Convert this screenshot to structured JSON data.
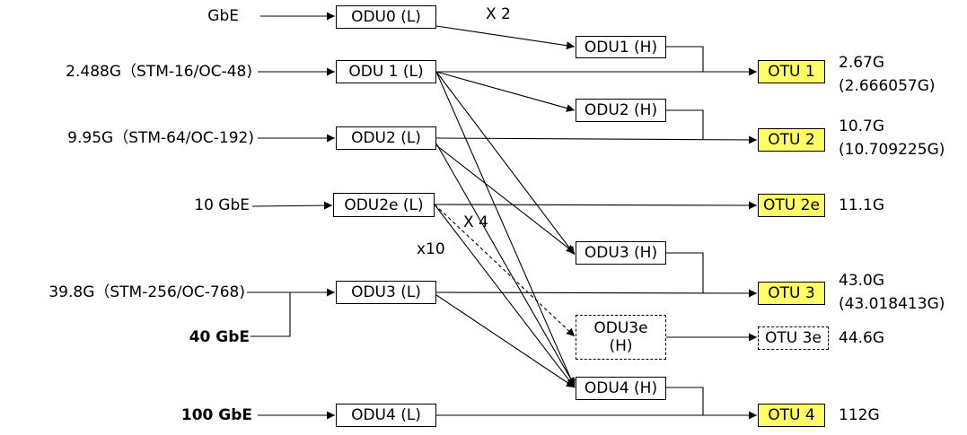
{
  "inputs": {
    "gbe": "GbE",
    "stm16": "2.488G（STM-16/OC-48)",
    "stm64": "9.95G（STM-64/OC-192)",
    "tengbe": "10 GbE",
    "stm256": "39.8G（STM-256/OC-768)",
    "fortygbe": "40 GbE",
    "hundredgbe": "100 GbE"
  },
  "odu_low": {
    "odu0": "ODU0 (L)",
    "odu1": "ODU 1  (L)",
    "odu2": "ODU2 (L)",
    "odu2e": "ODU2e (L)",
    "odu3": "ODU3 (L)",
    "odu4": "ODU4 (L)"
  },
  "odu_high": {
    "odu1": "ODU1 (H)",
    "odu2": "ODU2 (H)",
    "odu3": "ODU3 (H)",
    "odu3e_line1": "ODU3e",
    "odu3e_line2": "(H)",
    "odu4": "ODU4 (H)"
  },
  "otu": {
    "otu1": "OTU 1",
    "otu2": "OTU 2",
    "otu2e": "OTU 2e",
    "otu3": "OTU 3",
    "otu3e": "OTU 3e",
    "otu4": "OTU 4"
  },
  "rates": {
    "otu1": "2.67G",
    "otu1_exact": "(2.666057G)",
    "otu2": "10.7G",
    "otu2_exact": "(10.709225G)",
    "otu2e": "11.1G",
    "otu3": "43.0G",
    "otu3_exact": "(43.018413G)",
    "otu3e": "44.6G",
    "otu4": "112G"
  },
  "multiplex_labels": {
    "x2": "X 2",
    "x4": "X 4",
    "x10": "x10"
  },
  "colors": {
    "otu_fill": "#ffff66",
    "line": "#000000"
  }
}
